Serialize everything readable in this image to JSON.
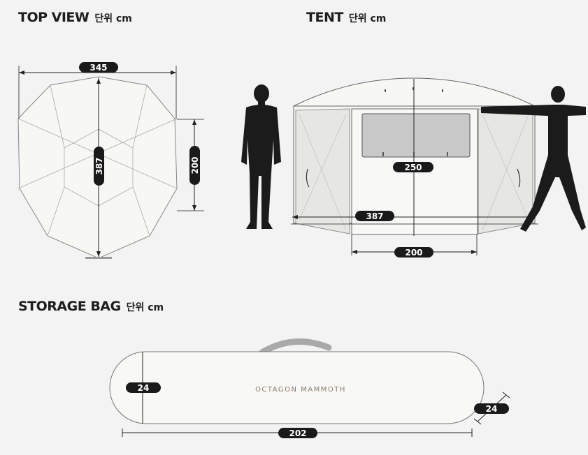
{
  "headings": {
    "top_view": "TOP VIEW",
    "tent": "TENT",
    "storage_bag": "STORAGE BAG",
    "unit": "단위 cm"
  },
  "top_view": {
    "width_label": "345",
    "diagonal_label": "387",
    "side_label": "200"
  },
  "tent_view": {
    "height_label": "250",
    "width_label": "387",
    "door_label": "200"
  },
  "storage_bag": {
    "brand_text": "OCTAGON MAMMOTH",
    "diameter_label": "24",
    "length_label": "202",
    "depth_label": "24"
  },
  "colors": {
    "background": "#f3f3f3",
    "pill": "#1a1a1a",
    "line": "#222222",
    "tent_fill": "#f7f7f4",
    "panel_grey": "#dcdcdc",
    "silhouette": "#1b1b1b",
    "handle": "#a9a9a9"
  }
}
